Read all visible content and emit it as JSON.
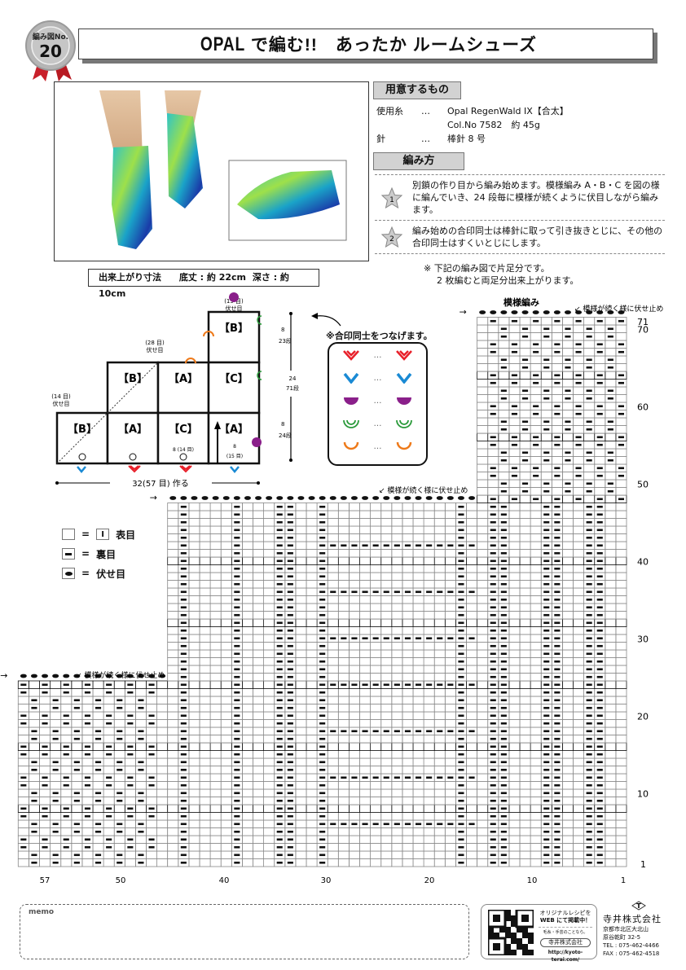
{
  "header": {
    "badge_label": "編み図No.",
    "badge_number": "20",
    "title_brand": "OPAL",
    "title_rest": "で編む!!　あったか ルームシューズ"
  },
  "materials": {
    "section_label": "用意するもの",
    "yarn_key": "使用糸",
    "yarn_dots": "…",
    "yarn_name": "Opal RegenWald IX【合太】",
    "color_line": "Col.No 7582　約 45g",
    "needle_key": "針",
    "needle_dots": "…",
    "needle_value": "棒針 8 号"
  },
  "method": {
    "section_label": "編み方",
    "steps": [
      {
        "num": "1",
        "text": "別鎖の作り目から編み始めます。模様編み A・B・C を図の様に編んでいき、24 段毎に模様が続くように伏目しながら編みます。"
      },
      {
        "num": "2",
        "text": "編み始めの合印同士は棒針に取って引き抜きとじに、その他の合印同士はすくいとじにします。"
      }
    ],
    "note_line1": "※ 下記の編み図で片足分です。",
    "note_line2": "2 枚編むと両足分出来上がります。"
  },
  "finished_size": {
    "label": "出来上がり寸法",
    "sole": "底丈 : 約 22cm",
    "depth": "深さ : 約 10cm"
  },
  "diagram": {
    "blocks": [
      {
        "label": "【B】",
        "col": 3,
        "row": 0
      },
      {
        "label": "【B】",
        "col": 1,
        "row": 1
      },
      {
        "label": "【A】",
        "col": 2,
        "row": 1
      },
      {
        "label": "【C】",
        "col": 3,
        "row": 1
      },
      {
        "label": "【B】",
        "col": 0,
        "row": 2
      },
      {
        "label": "【A】",
        "col": 1,
        "row": 2
      },
      {
        "label": "【C】",
        "col": 2,
        "row": 2
      },
      {
        "label": "【A】",
        "col": 3,
        "row": 2
      }
    ],
    "bindoff_15": "(15 目)",
    "bindoff_28": "(28 目)",
    "bindoff_14": "(14 目)",
    "bindoff_word": "伏せ目",
    "right_top": "8",
    "right_top_rows": "23段",
    "right_mid": "24",
    "right_mid_rows": "71段",
    "right_bot": "8",
    "right_bot_rows": "24段",
    "inner_label_c": "8 (14 目)",
    "inner_label_a_num": "8",
    "inner_label_a": "(15 目)",
    "bottom_label": "32(57 目) 作る"
  },
  "marks": {
    "caption": "※合印同士をつなげます。",
    "colors": {
      "red": "#e8202a",
      "blue": "#1a8ad4",
      "purple": "#8a1f8a",
      "green": "#2a9a3a",
      "orange": "#ee7a1a"
    },
    "dots": "…"
  },
  "legend": [
    {
      "symbol": "blank",
      "eq": "=",
      "alt": "I",
      "label": "表目"
    },
    {
      "symbol": "dash",
      "eq": "=",
      "label": "裏目"
    },
    {
      "symbol": "dot",
      "eq": "=",
      "label": "伏せ目"
    }
  ],
  "chart_data": {
    "type": "table",
    "title": "模様編み",
    "columns": 57,
    "rows": 71,
    "sections": [
      {
        "cols": [
          57,
          44
        ],
        "rows": [
          1,
          24
        ],
        "pattern": "B (diagonal purl pairs)"
      },
      {
        "cols": [
          43,
          30
        ],
        "rows": [
          1,
          47
        ],
        "pattern": "A (double purl rib)"
      },
      {
        "cols": [
          29,
          15
        ],
        "rows": [
          1,
          47
        ],
        "pattern": "C (ridge every 6 rows)"
      },
      {
        "cols": [
          14,
          1
        ],
        "rows": [
          1,
          71
        ],
        "pattern": "A (double purl rib) to 47, then B to 71"
      }
    ],
    "bindoff_rows": [
      24,
      47,
      71
    ],
    "annotation": "模様が続く様に伏せ止め",
    "x_ticks": [
      57,
      50,
      40,
      30,
      20,
      10,
      1
    ],
    "y_ticks": [
      1,
      10,
      20,
      30,
      40,
      50,
      60,
      70,
      71
    ],
    "legend": {
      "blank": "表目",
      "dash": "裏目",
      "dot": "伏せ目"
    }
  },
  "chart_labels": {
    "pattern_title": "模様編み",
    "bindoff_note": "模様が続く様に伏せ止め",
    "x_ticks": [
      "57",
      "50",
      "40",
      "30",
      "20",
      "10",
      "1"
    ],
    "y_ticks": [
      "1",
      "10",
      "20",
      "30",
      "40",
      "50",
      "60",
      "70",
      "71"
    ]
  },
  "footer": {
    "memo_label": "memo",
    "web_line1": "オリジナルレシピを",
    "web_line2": "WEB にて掲載中！",
    "web_small": "毛糸・手芸のことなら。",
    "company_pill": "寺井株式会社",
    "url": "http://kyoto-terai.com/",
    "company_name": "寺井株式会社",
    "address1": "京都市北区大北山",
    "address2": "原谷乾町 32-5",
    "tel": "TEL : 075-462-4466",
    "fax": "FAX : 075-462-4518"
  }
}
